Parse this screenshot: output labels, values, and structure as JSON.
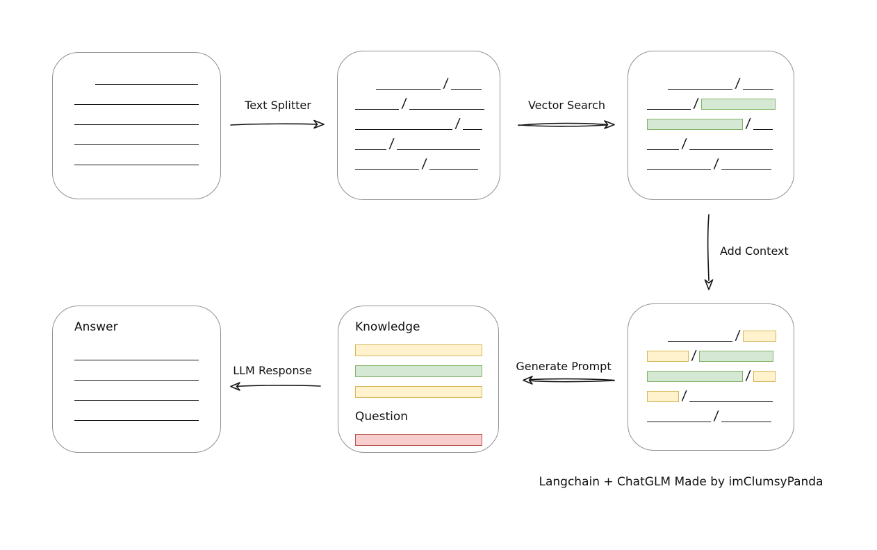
{
  "caption": "Langchain + ChatGLM Made by imClumsyPanda",
  "colors": {
    "green_fill": "#d5e8d4",
    "green_border": "#82b366",
    "yellow_fill": "#fff2cc",
    "yellow_border": "#d6b656",
    "red_fill": "#f8cecc",
    "red_border": "#b85450",
    "box_border": "#909090",
    "line": "#141414"
  },
  "arrows": {
    "text_splitter": {
      "label": "Text Splitter",
      "direction": "right"
    },
    "vector_search": {
      "label": "Vector Search",
      "direction": "right"
    },
    "add_context": {
      "label": "Add Context",
      "direction": "down"
    },
    "generate_prompt": {
      "label": "Generate Prompt",
      "direction": "left"
    },
    "llm_response": {
      "label": "LLM Response",
      "direction": "left"
    }
  },
  "nodes": {
    "document": {
      "rows": [
        {
          "s": [
            {
              "t": "gap",
              "w": 30
            },
            {
              "t": "line",
              "w": 148
            }
          ]
        },
        {
          "s": [
            {
              "t": "line",
              "w": 179
            }
          ]
        },
        {
          "s": [
            {
              "t": "line",
              "w": 179
            }
          ]
        },
        {
          "s": [
            {
              "t": "line",
              "w": 179
            }
          ]
        },
        {
          "s": [
            {
              "t": "line",
              "w": 179
            }
          ]
        }
      ]
    },
    "split_chunks": {
      "rows": [
        {
          "s": [
            {
              "t": "gap",
              "w": 30
            },
            {
              "t": "line",
              "w": 93
            },
            {
              "t": "slash"
            },
            {
              "t": "line",
              "w": 44
            }
          ]
        },
        {
          "s": [
            {
              "t": "line",
              "w": 63
            },
            {
              "t": "slash"
            },
            {
              "t": "line",
              "w": 108
            }
          ]
        },
        {
          "s": [
            {
              "t": "line",
              "w": 140
            },
            {
              "t": "slash"
            },
            {
              "t": "line",
              "w": 28
            }
          ]
        },
        {
          "s": [
            {
              "t": "line",
              "w": 45
            },
            {
              "t": "slash"
            },
            {
              "t": "line",
              "w": 120
            }
          ]
        },
        {
          "s": [
            {
              "t": "line",
              "w": 92
            },
            {
              "t": "slash"
            },
            {
              "t": "line",
              "w": 70
            }
          ]
        }
      ]
    },
    "matched_chunks": {
      "rows": [
        {
          "s": [
            {
              "t": "gap",
              "w": 30
            },
            {
              "t": "line",
              "w": 93
            },
            {
              "t": "slash"
            },
            {
              "t": "line",
              "w": 44
            }
          ]
        },
        {
          "s": [
            {
              "t": "line",
              "w": 63
            },
            {
              "t": "slash"
            },
            {
              "t": "green",
              "w": 107
            }
          ]
        },
        {
          "s": [
            {
              "t": "green",
              "w": 138
            },
            {
              "t": "slash"
            },
            {
              "t": "line",
              "w": 28
            }
          ]
        },
        {
          "s": [
            {
              "t": "line",
              "w": 46
            },
            {
              "t": "slash"
            },
            {
              "t": "line",
              "w": 120
            }
          ]
        },
        {
          "s": [
            {
              "t": "line",
              "w": 92
            },
            {
              "t": "slash"
            },
            {
              "t": "line",
              "w": 72
            }
          ]
        }
      ]
    },
    "context_chunks": {
      "rows": [
        {
          "s": [
            {
              "t": "gap",
              "w": 30
            },
            {
              "t": "line",
              "w": 93
            },
            {
              "t": "slash"
            },
            {
              "t": "yellow",
              "w": 48
            }
          ]
        },
        {
          "s": [
            {
              "t": "yellow",
              "w": 60
            },
            {
              "t": "slash"
            },
            {
              "t": "green",
              "w": 107
            }
          ]
        },
        {
          "s": [
            {
              "t": "green",
              "w": 138
            },
            {
              "t": "slash"
            },
            {
              "t": "yellow",
              "w": 32
            }
          ]
        },
        {
          "s": [
            {
              "t": "yellow",
              "w": 46
            },
            {
              "t": "slash"
            },
            {
              "t": "line",
              "w": 120
            }
          ]
        },
        {
          "s": [
            {
              "t": "line",
              "w": 92
            },
            {
              "t": "slash"
            },
            {
              "t": "line",
              "w": 72
            }
          ]
        }
      ]
    },
    "prompt": {
      "rows": [
        {
          "s": [
            {
              "t": "label",
              "text": "Knowledge"
            }
          ]
        },
        {
          "s": [
            {
              "t": "yellow",
              "w": 183
            }
          ]
        },
        {
          "s": [
            {
              "t": "green",
              "w": 183
            }
          ]
        },
        {
          "s": [
            {
              "t": "yellow",
              "w": 183
            }
          ]
        },
        {
          "s": [
            {
              "t": "label",
              "text": "Question"
            }
          ]
        },
        {
          "s": [
            {
              "t": "red",
              "w": 183
            }
          ]
        }
      ]
    },
    "answer": {
      "rows": [
        {
          "s": [
            {
              "t": "label",
              "text": "Answer"
            }
          ]
        },
        {
          "s": [
            {
              "t": "line",
              "w": 179
            }
          ]
        },
        {
          "s": [
            {
              "t": "line",
              "w": 179
            }
          ]
        },
        {
          "s": [
            {
              "t": "line",
              "w": 179
            }
          ]
        },
        {
          "s": [
            {
              "t": "line",
              "w": 179
            }
          ]
        }
      ]
    }
  }
}
